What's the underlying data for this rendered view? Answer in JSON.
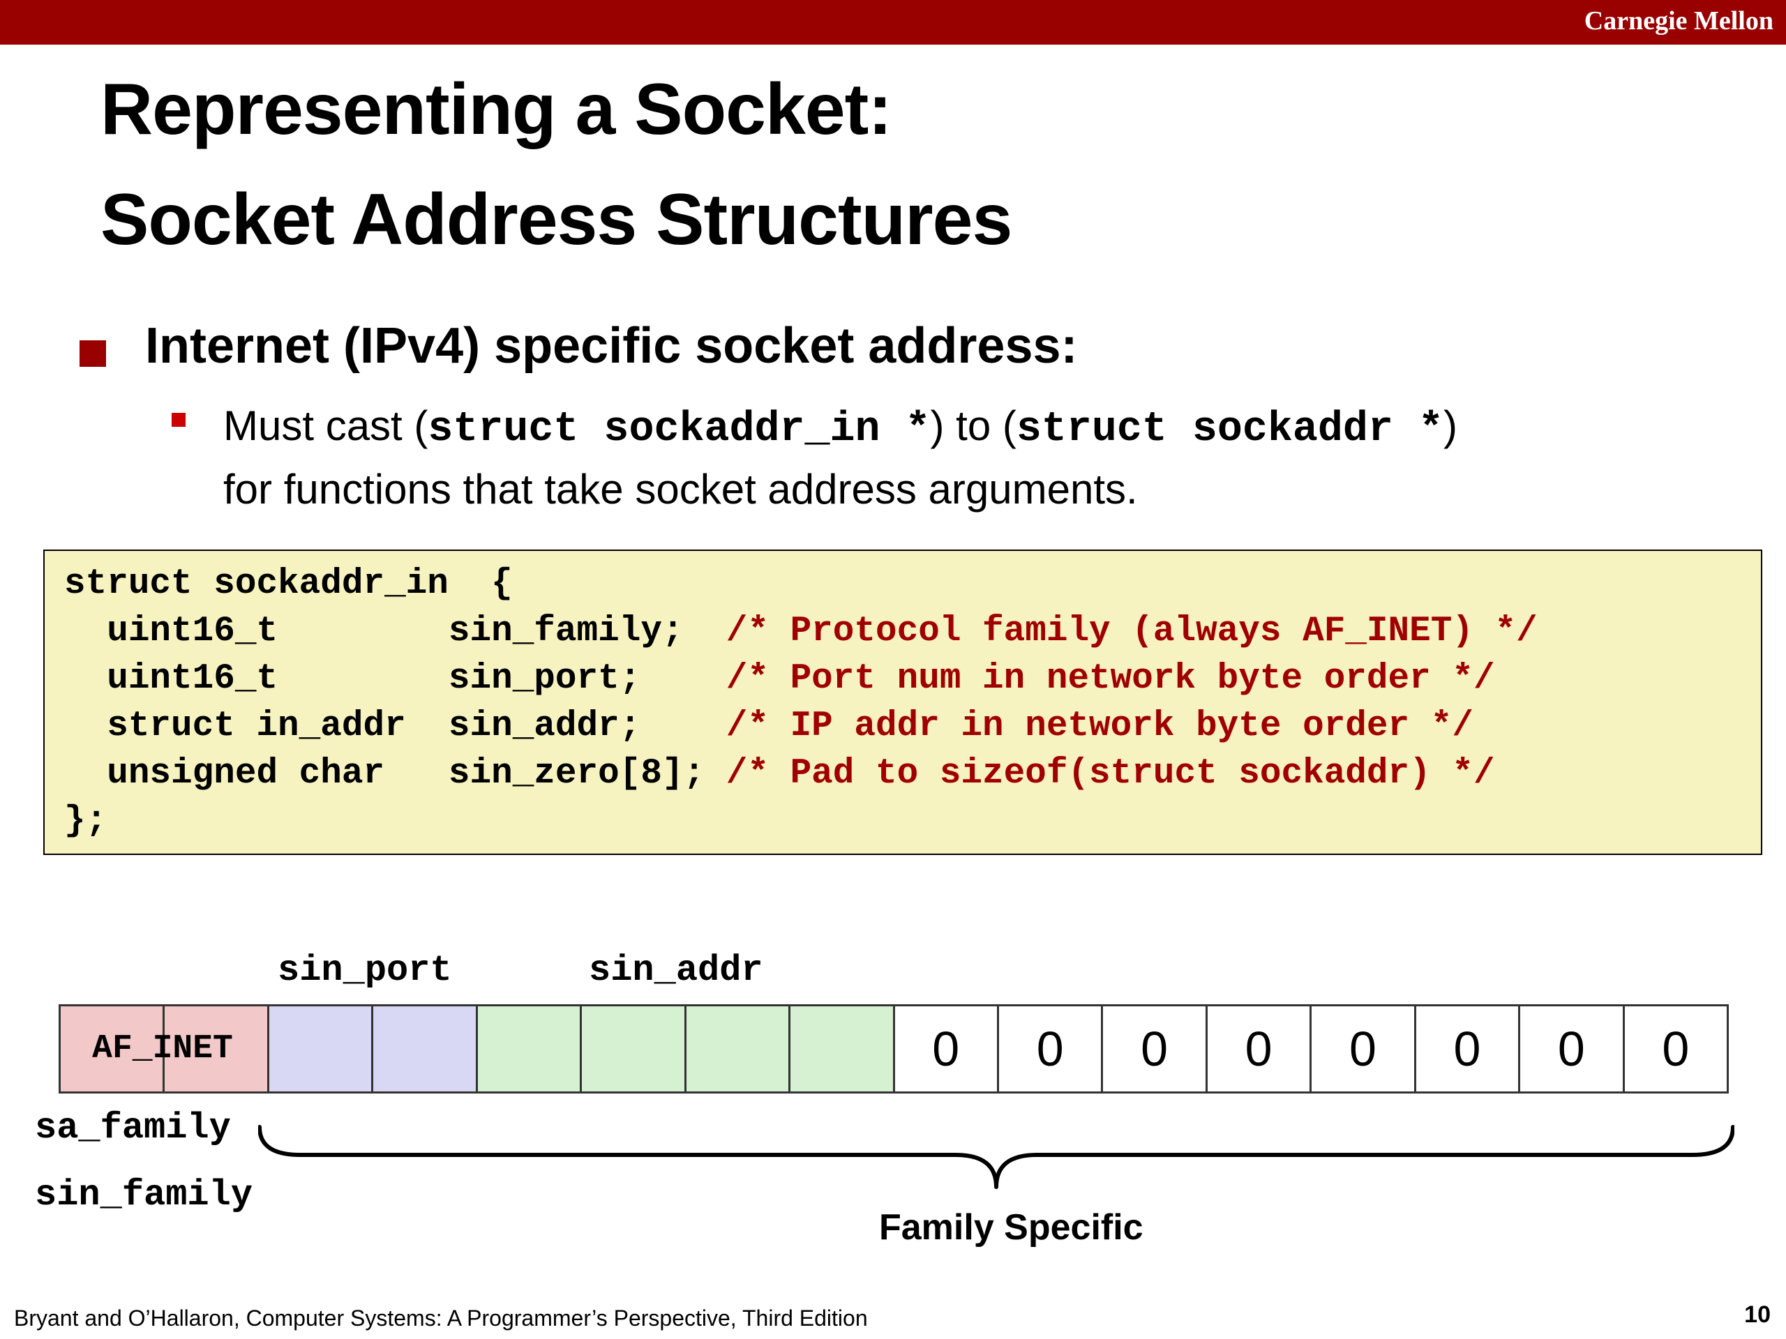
{
  "header": {
    "brand": "Carnegie Mellon"
  },
  "title": {
    "line1": "Representing a Socket:",
    "line2": "Socket Address Structures"
  },
  "bullet": {
    "text": "Internet (IPv4) specific socket address:",
    "sub": {
      "p1": "Must cast (",
      "code1": "struct sockaddr_in *",
      "p2": ") to (",
      "code2": "struct sockaddr *",
      "p3": ")",
      "line2": "for functions that take socket address arguments."
    }
  },
  "code": {
    "lines": [
      {
        "text": "struct sockaddr_in  {",
        "comment": ""
      },
      {
        "text": "  uint16_t        sin_family;  ",
        "comment": "/* Protocol family (always AF_INET) */"
      },
      {
        "text": "  uint16_t        sin_port;    ",
        "comment": "/* Port num in network byte order */"
      },
      {
        "text": "  struct in_addr  sin_addr;    ",
        "comment": "/* IP addr in network byte order */"
      },
      {
        "text": "  unsigned char   sin_zero[8]; ",
        "comment": "/* Pad to sizeof(struct sockaddr) */"
      },
      {
        "text": "};",
        "comment": ""
      }
    ]
  },
  "diagram": {
    "labels": {
      "sin_port": "sin_port",
      "sin_addr": "sin_addr",
      "sa_family": "sa_family",
      "sin_family": "sin_family",
      "family_specific": "Family Specific"
    },
    "af_inet": "AF_INET",
    "cells": [
      {
        "kind": "fam",
        "text": ""
      },
      {
        "kind": "fam",
        "text": ""
      },
      {
        "kind": "port",
        "text": ""
      },
      {
        "kind": "port",
        "text": ""
      },
      {
        "kind": "addr",
        "text": ""
      },
      {
        "kind": "addr",
        "text": ""
      },
      {
        "kind": "addr",
        "text": ""
      },
      {
        "kind": "addr",
        "text": ""
      },
      {
        "kind": "zero",
        "text": "0"
      },
      {
        "kind": "zero",
        "text": "0"
      },
      {
        "kind": "zero",
        "text": "0"
      },
      {
        "kind": "zero",
        "text": "0"
      },
      {
        "kind": "zero",
        "text": "0"
      },
      {
        "kind": "zero",
        "text": "0"
      },
      {
        "kind": "zero",
        "text": "0"
      },
      {
        "kind": "zero",
        "text": "0"
      }
    ]
  },
  "footer": {
    "citation": "Bryant and O’Hallaron, Computer Systems: A Programmer’s Perspective, Third Edition",
    "page": "10"
  }
}
